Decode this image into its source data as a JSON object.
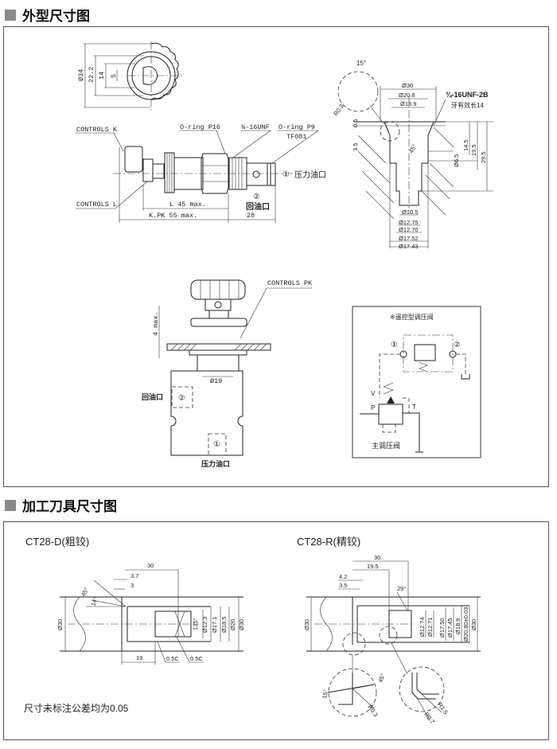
{
  "sections": {
    "outline_title": "外型尺寸图",
    "tooling_title": "加工刀具尺寸图"
  },
  "end_view": {
    "d34": "Ø34",
    "d22_2": "22.2",
    "d14": "14",
    "d5": "5"
  },
  "side_view": {
    "controls_k": "CONTROLS K",
    "controls_l": "CONTROLS L",
    "oring_p16": "O-ring P16",
    "unf": "⅜-16UNF",
    "oring_p9": "O-ring P9",
    "tf081": "TF081",
    "port1_num": "①",
    "port1_label": "压力油口",
    "port2_num": "②",
    "port2_label": "回油口",
    "l45": "L 45 max.",
    "kpk55": "K.PK 55 max.",
    "d28": "28"
  },
  "cavity": {
    "angle15": "15°",
    "r03": "R0.3",
    "d30": "Ø30",
    "d20_8": "Ø20.8",
    "d18_9": "Ø18.9",
    "thread": "¾-16UNF-2B",
    "thread_len": "牙有效长14",
    "d0_5": "0.5",
    "d3_5": "3.5",
    "angle45": "45°",
    "d14_5": "14.5",
    "d19_5": "19.5",
    "d29_5": "29.5",
    "d6_5": "Ø6.5",
    "d10_5": "Ø10.5",
    "d12_75": "Ø12.75",
    "d12_70": "Ø12.70",
    "d17_52": "Ø17.52",
    "d17_43": "Ø17.43"
  },
  "panel_view": {
    "controls_pk": "CONTROLS PK",
    "max4": "4 max.",
    "d19": "Ø19",
    "port2_label": "回油口",
    "port2_num": "②",
    "port1_num": "①",
    "port1_label": "压力油口"
  },
  "schematic": {
    "title": "※遥控型调压阀",
    "port1": "①",
    "port2": "②",
    "v": "V",
    "p": "P",
    "t": "T",
    "main_label": "主调压阀"
  },
  "tool_d": {
    "title": "CT28-D(粗铰)",
    "d30_len": "30",
    "d3_7": "3.7",
    "d3": "3",
    "a45": "45°",
    "a14": "14°",
    "dia30_left": "Ø30",
    "a135": "135°",
    "d12_3": "Ø12.3",
    "d17_1": "Ø17.1",
    "d18_5": "Ø18.5",
    "d20": "Ø20",
    "d30": "Ø30",
    "d19": "19",
    "c05a": "0.5C",
    "c05b": "0.5C"
  },
  "tool_r": {
    "title": "CT28-R(精铰)",
    "d30_len": "30",
    "d19_5": "19.5",
    "d4_2": "4.2",
    "d3_5": "3.5",
    "a29": "29°",
    "dia30_left": "Ø30",
    "d12_74": "Ø12.74",
    "d12_71": "Ø12.71",
    "d17_50": "Ø17.50",
    "d17_45": "Ø17.45",
    "d18_9": "Ø18.9",
    "d20_80": "Ø20.80±0.03",
    "d30": "Ø30",
    "a45": "45°",
    "a15": "15°",
    "r03": "R0.3",
    "r15": "R1.5",
    "r07": "R0.7"
  },
  "note": "尺寸未标注公差均为0.05"
}
